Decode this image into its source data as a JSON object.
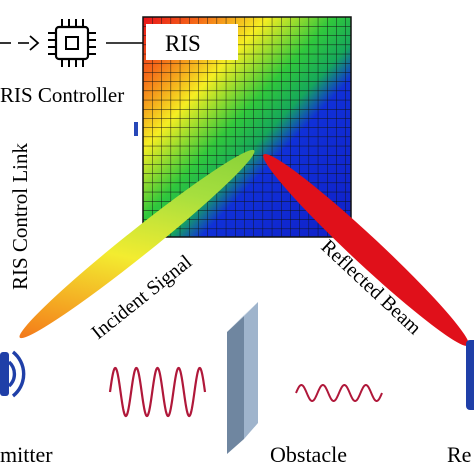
{
  "labels": {
    "ris": "RIS",
    "controller": "RIS Controller",
    "control_link": "RIS Control Link",
    "incident": "Incident Signal",
    "reflected": "Reflected Beam",
    "transmitter": "mitter",
    "obstacle": "Obstacle",
    "receiver": "Re"
  },
  "colors": {
    "ris_top_left": "#e8101a",
    "ris_mid": "#f0ee20",
    "ris_green": "#22c23a",
    "ris_blue": "#1020d0",
    "wave_color": "#b0183a",
    "obstacle_face": "#9fb4cc",
    "obstacle_side": "#6f86a0",
    "device_blue": "#1f3fa8",
    "grid_line": "#111111"
  },
  "icons": {
    "controller": "chip-icon",
    "transmitter": "antenna-icon",
    "receiver": "receiver-icon"
  }
}
